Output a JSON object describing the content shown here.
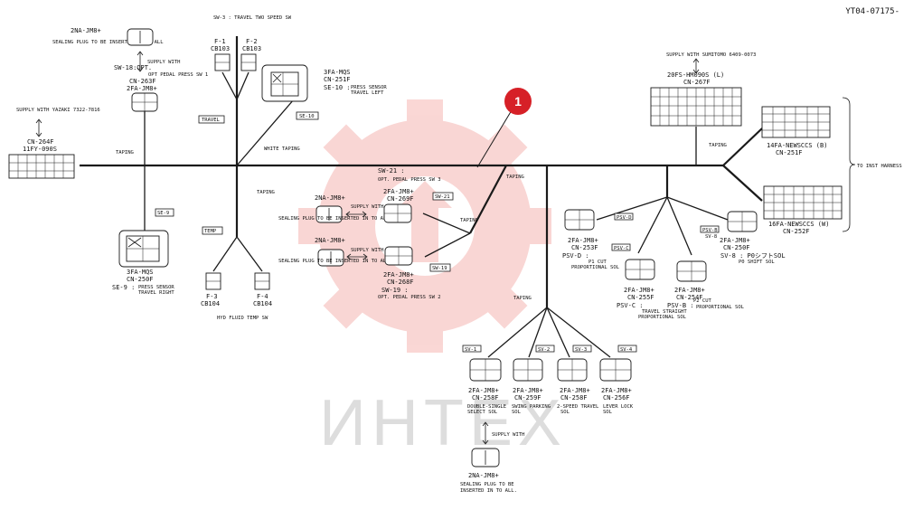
{
  "doc_id": "YT04-07175-",
  "callout": "1",
  "colors": {
    "callout": "#d62027",
    "watermark": "#e8473f",
    "line": "#1a1a1a"
  },
  "watermark": {
    "text": "ИНТЕХ",
    "icon": "gear-watermark-icon"
  },
  "labels": {
    "top_plug_name": "2NA-JM8+",
    "top_plug_note": "SEALING PLUG TO BE INSERTED IN TO ALL",
    "supply_with": "SUPPLY WITH",
    "sw18_title": "SW-18:OPT.",
    "sw18_desc": "OPT PEDAL PRESS SW 1",
    "cn263_name": "CN-263F",
    "cn263_type": "2FA-JM8+",
    "yazaki_note": "SUPPLY WITH YAZAKI 7322-7816",
    "cn264_name": "CN-264F",
    "cn264_type": "11FY-090S",
    "taping1": "TAPING",
    "sw3_note": "SW-3 : TRAVEL TWO SPEED SW",
    "f1_name": "F-1",
    "f1_cb": "CB103",
    "f2_name": "F-2",
    "f2_cb": "CB103",
    "travel_tag": "TRAVEL",
    "cn251_type": "3FA-MQS",
    "cn251_name": "CN-251F",
    "se10_label": "SE-10 :",
    "se10_desc1": "PRESS SENSOR",
    "se10_desc2": "TRAVEL LEFT",
    "se10_tag": "SE-10",
    "white_taping": "WHITE TAPING",
    "taping_center": "TAPING",
    "se9_tag": "SE-9",
    "cn250_type": "3FA-MQS",
    "cn250_name": "CN-250F",
    "se9_label": "SE-9 :",
    "se9_desc1": "PRESS SENSOR",
    "se9_desc2": "TRAVEL RIGHT",
    "temp_tag": "TEMP",
    "f3_name": "F-3",
    "f3_cb": "CB104",
    "f4_name": "F-4",
    "f4_cb": "CB104",
    "hyd_temp": "HYD FLUID TEMP SW",
    "mid_plug1_name": "2NA-JM8+",
    "mid_plug1_note": "SEALING PLUG TO BE INSERTED IN TO ALL",
    "mid_plug2_name": "2NA-JM8+",
    "mid_plug2_note": "SEALING PLUG TO BE INSERTED IN TO ALL",
    "sw21_title": "SW-21 :",
    "sw21_desc": "OPT. PEDAL PRESS SW 3",
    "cn269_type": "2FA-JM8+",
    "cn269_name": "CN-269F",
    "sw21_tag": "SW-21",
    "cn268_type": "2FA-JM8+",
    "cn268_name": "CN-268F",
    "sw19_tag": "SW-19",
    "sw19_title": "SW-19 :",
    "sw19_desc": "OPT. PEDAL PRESS SW 2",
    "taping_sw": "TAPING",
    "taping_right": "TAPING",
    "sumitomo_note": "SUPPLY WITH SUMITOMO 6409-0073",
    "cn267_type": "20FS-HM090S (L)",
    "cn267_name": "CN-267F",
    "taping_cn267": "TAPING",
    "cn251f_type": "14FA-NEWSCCS (B)",
    "cn251f_name": "CN-251F",
    "to_inst": "TO INST HARNESS",
    "cn252_type": "16FA-NEWSCCS (W)",
    "cn252_name": "CN-252F",
    "psvd_tag": "PSV-D",
    "cn253_type": "2FA-JM8+",
    "cn253_name": "CN-253F",
    "psvd_label": "PSV-D :",
    "psvd_desc1": "P1 CUT",
    "psvd_desc2": "PROPORTIONAL SOL",
    "psvc_tag": "PSV-C",
    "cn255_type": "2FA-JM8+",
    "cn255_name": "CN-255F",
    "psvc_label": "PSV-C :",
    "psvc_desc1": "TRAVEL STRAIGHT",
    "psvc_desc2": "PROPORTIONAL SOL",
    "psvb_tag": "PSV-B",
    "cn254_type": "2FA-JM8+",
    "cn254_name": "CN-254F",
    "psvb_label": "PSV-B :",
    "psvb_desc1": "P2 CUT",
    "psvb_desc2": "PROPORTIONAL SOL",
    "sv8_tag": "SV-8",
    "cn250f_type": "2FA-JM8+",
    "cn250f_name": "CN-250F",
    "sv8_label": "SV-8 : P0シフトSOL",
    "sv8_desc": "P0 SHIFT SOL",
    "taping_bottom": "TAPING",
    "sv1_tag": "SV-1",
    "cn258a_type": "2FA-JM8+",
    "cn258a_name": "CN-258F",
    "sv1_desc1": "DOUBLE-SINGLE",
    "sv1_desc2": "SELECT SOL",
    "sv2_tag": "SV-2",
    "cn259_type": "2FA-JM8+",
    "cn259_name": "CN-259F",
    "sv2_desc1": "SWING PARKING",
    "sv2_desc2": "SOL",
    "sv3_tag": "SV-3",
    "cn258b_type": "2FA-JM8+",
    "cn258b_name": "CN-258F",
    "sv3_desc1": "2-SPEED TRAVEL",
    "sv3_desc2": "SOL",
    "sv4_tag": "SV-4",
    "cn256_type": "2FA-JM8+",
    "cn256_name": "CN-256F",
    "sv4_desc1": "LEVER LOCK",
    "sv4_desc2": "SOL",
    "bottom_supply": "SUPPLY WITH",
    "bottom_plug_name": "2NA-JM8+",
    "bottom_plug_note1": "SEALING PLUG TO BE",
    "bottom_plug_note2": "INSERTED IN TO ALL."
  }
}
